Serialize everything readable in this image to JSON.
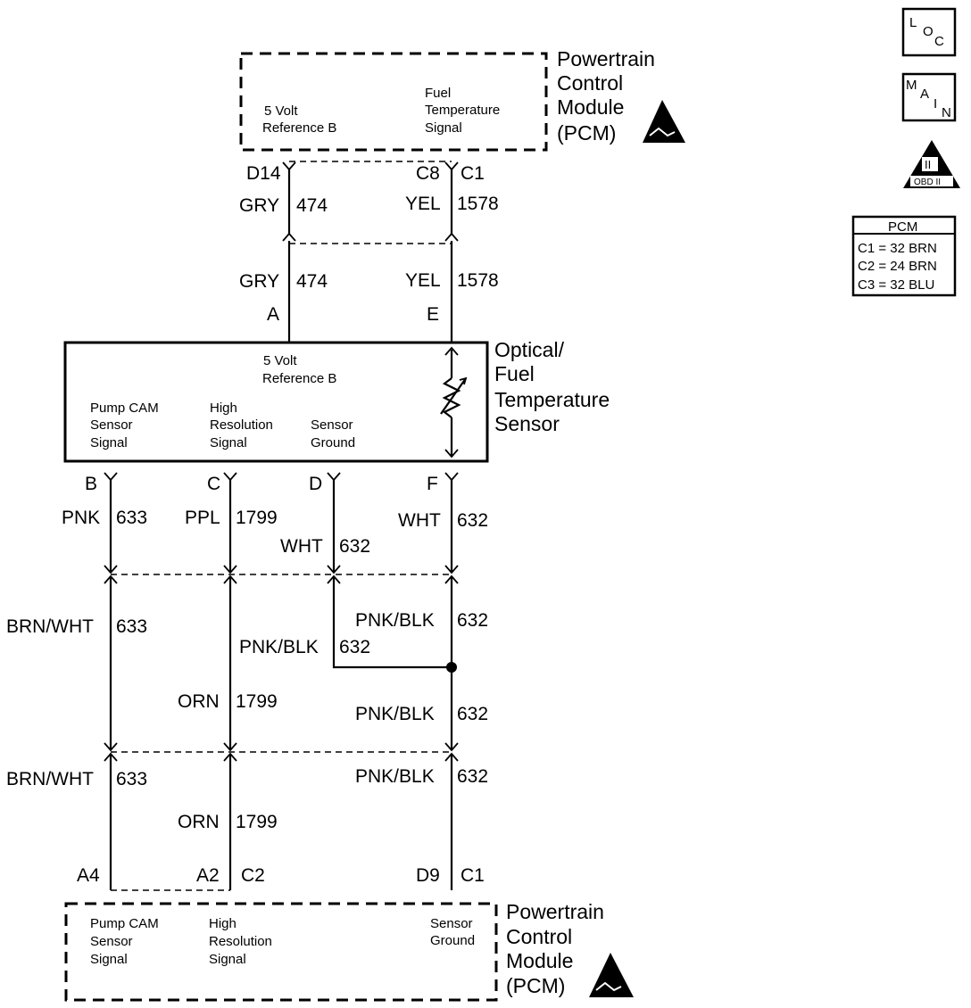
{
  "pcm_top": {
    "name_lines": [
      "Powertrain",
      "Control",
      "Module",
      "(PCM)"
    ],
    "pin1_label": [
      "5 Volt",
      "Reference B"
    ],
    "pin2_label": [
      "Fuel",
      "Temperature",
      "Signal"
    ],
    "pin1_cavity": "D14",
    "pin2_cavity": "C8",
    "pin2_connector": "C1"
  },
  "upper_wires": {
    "w1_color": "GRY",
    "w1_circuit": "474",
    "w2_color": "YEL",
    "w2_circuit": "1578",
    "w1b_color": "GRY",
    "w1b_circuit": "474",
    "w2b_color": "YEL",
    "w2b_circuit": "1578"
  },
  "sensor": {
    "name_lines": [
      "Optical/",
      "Fuel",
      "Temperature",
      "Sensor"
    ],
    "pin_a": "A",
    "pin_e": "E",
    "ref_label": [
      "5 Volt",
      "Reference B"
    ],
    "label_pump": [
      "Pump CAM",
      "Sensor",
      "Signal"
    ],
    "label_high": [
      "High",
      "Resolution",
      "Signal"
    ],
    "label_ground": [
      "Sensor",
      "Ground"
    ],
    "pin_b": "B",
    "pin_c": "C",
    "pin_d": "D",
    "pin_f": "F"
  },
  "lower_wires": {
    "b1_color": "PNK",
    "b1_circuit": "633",
    "c1_color": "PPL",
    "c1_circuit": "1799",
    "d1_color": "WHT",
    "d1_circuit": "632",
    "f1_color": "WHT",
    "f1_circuit": "632",
    "b2_color": "BRN/WHT",
    "b2_circuit": "633",
    "d2_color": "PNK/BLK",
    "d2_circuit": "632",
    "f2_color": "PNK/BLK",
    "f2_circuit": "632",
    "c2_color": "ORN",
    "c2_circuit": "1799",
    "f3_color": "PNK/BLK",
    "f3_circuit": "632",
    "b3_color": "BRN/WHT",
    "b3_circuit": "633",
    "f4_color": "PNK/BLK",
    "f4_circuit": "632",
    "c3_color": "ORN",
    "c3_circuit": "1799"
  },
  "pcm_bottom": {
    "cav_a4": "A4",
    "cav_a2": "A2",
    "conn_c2": "C2",
    "cav_d9": "D9",
    "conn_c1": "C1",
    "label_pump": [
      "Pump CAM",
      "Sensor",
      "Signal"
    ],
    "label_high": [
      "High",
      "Resolution",
      "Signal"
    ],
    "label_ground": [
      "Sensor",
      "Ground"
    ],
    "name_lines": [
      "Powertrain",
      "Control",
      "Module",
      "(PCM)"
    ]
  },
  "sidebar": {
    "loc_letters": [
      "L",
      "O",
      "C"
    ],
    "main_letters": [
      "M",
      "A",
      "I",
      "N"
    ],
    "obd_roman": "II",
    "obd_text": "OBD II",
    "pcm_title": "PCM",
    "pcm_rows": [
      "C1 = 32 BRN",
      "C2 = 24 BRN",
      "C3 = 32 BLU"
    ]
  }
}
